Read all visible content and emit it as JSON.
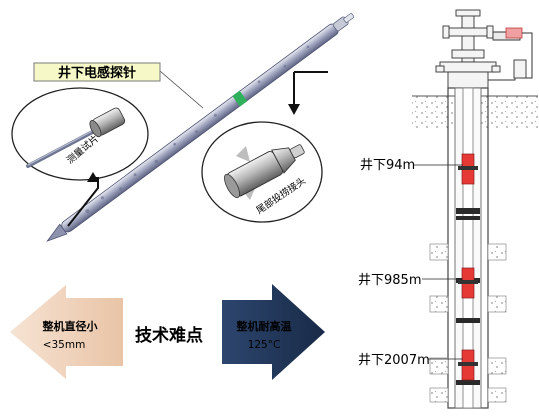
{
  "probe": {
    "title": "井下电感探针",
    "callout_left": "测量试片",
    "callout_right": "尾部投捞接头"
  },
  "difficulty": {
    "center_label": "技术难点",
    "left_arrow": {
      "line1": "整机直径小",
      "line2": "<35mm",
      "color": "#f3d8c2"
    },
    "right_arrow": {
      "line1": "整机耐高温",
      "line2": "125°C",
      "color": "#1f3455"
    }
  },
  "well": {
    "depths": [
      {
        "label": "井下94m"
      },
      {
        "label": "井下985m"
      },
      {
        "label": "井下2007m"
      }
    ],
    "accent_color": "#e53935"
  }
}
